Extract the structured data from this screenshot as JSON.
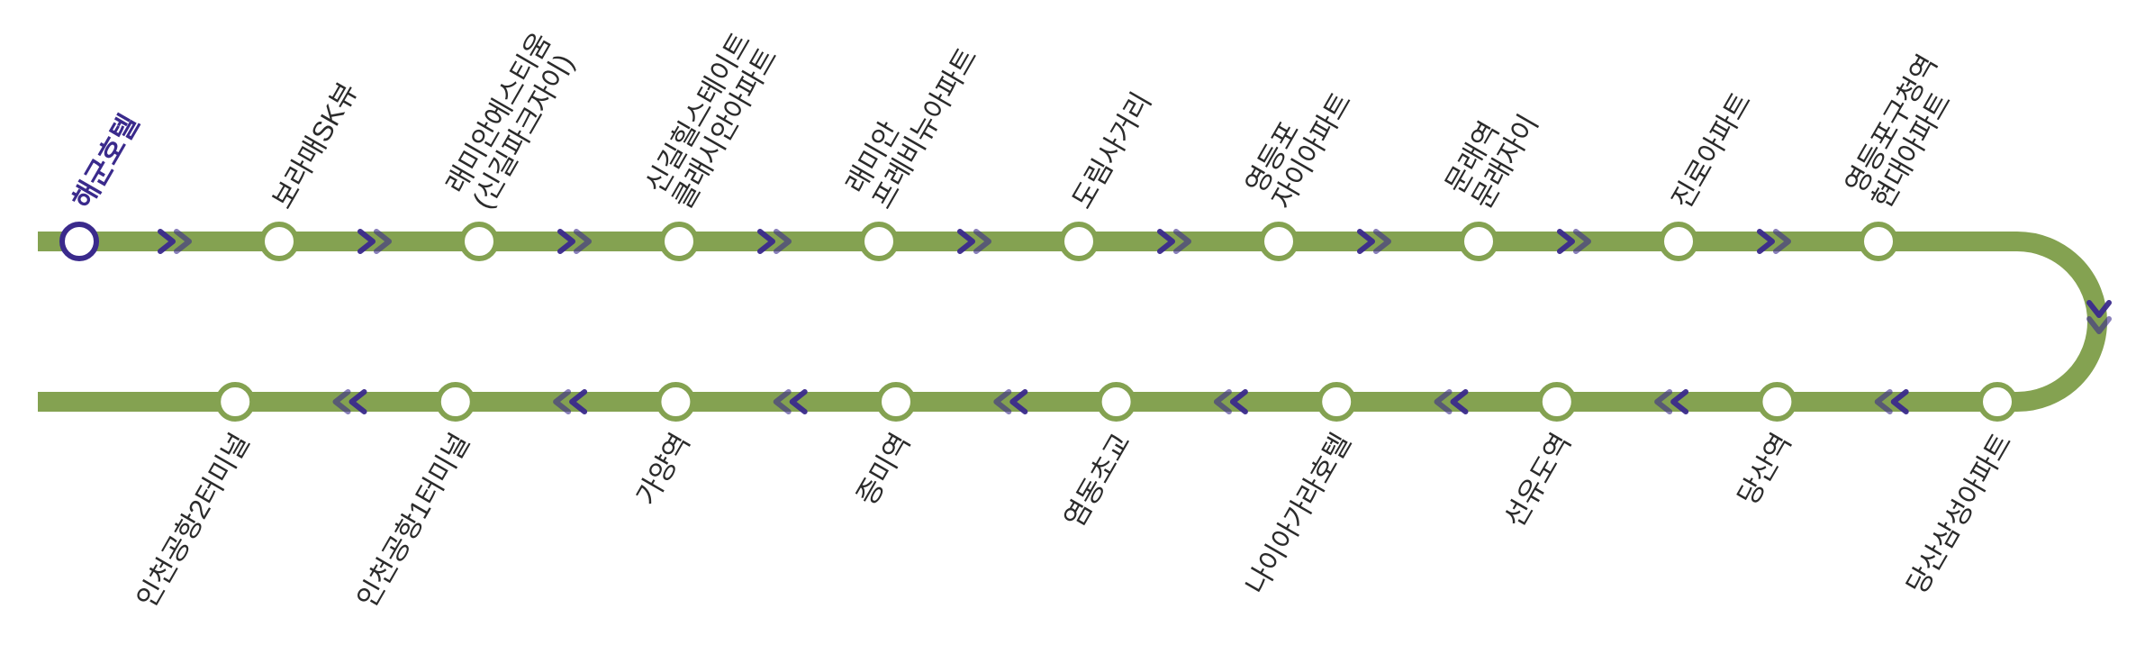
{
  "route": {
    "line_color": "#84a251",
    "arrow_color": "#3a2a8c",
    "station_fill": "#ffffff",
    "origin_color": "#3a2a8c",
    "outbound_stations": [
      {
        "name": "해군호텔",
        "lines": [
          "해군호텔"
        ],
        "origin": true
      },
      {
        "name": "보라매SK뷰",
        "lines": [
          "보라매SK뷰"
        ]
      },
      {
        "name": "래미안에스티움 (신길파크자이)",
        "lines": [
          "래미안에스티움",
          "(신길파크자이)"
        ]
      },
      {
        "name": "신길힐스테이트 클래시안아파트",
        "lines": [
          "신길힐스테이트",
          "클래시안아파트"
        ]
      },
      {
        "name": "래미안 프레비뉴아파트",
        "lines": [
          "래미안",
          "프레비뉴아파트"
        ]
      },
      {
        "name": "도림사거리",
        "lines": [
          "도림사거리"
        ]
      },
      {
        "name": "영등포 자이아파트",
        "lines": [
          "영등포",
          "자이아파트"
        ]
      },
      {
        "name": "문래역 문래자이",
        "lines": [
          "문래역",
          "문래자이"
        ]
      },
      {
        "name": "진로아파트",
        "lines": [
          "진로아파트"
        ]
      },
      {
        "name": "영등포구청역 현대아파트",
        "lines": [
          "영등포구청역",
          "현대아파트"
        ]
      }
    ],
    "inbound_stations": [
      {
        "name": "당산삼성아파트",
        "lines": [
          "당산삼성아파트"
        ]
      },
      {
        "name": "당산역",
        "lines": [
          "당산역"
        ]
      },
      {
        "name": "선유도역",
        "lines": [
          "선유도역"
        ]
      },
      {
        "name": "나이아가라호텔",
        "lines": [
          "나이아가라호텔"
        ]
      },
      {
        "name": "염동초교",
        "lines": [
          "염동초교"
        ]
      },
      {
        "name": "증미역",
        "lines": [
          "증미역"
        ]
      },
      {
        "name": "가양역",
        "lines": [
          "가양역"
        ]
      },
      {
        "name": "인천공항1터미널",
        "lines": [
          "인천공항1터미널"
        ]
      },
      {
        "name": "인천공항2터미널",
        "lines": [
          "인천공항2터미널"
        ]
      }
    ]
  }
}
